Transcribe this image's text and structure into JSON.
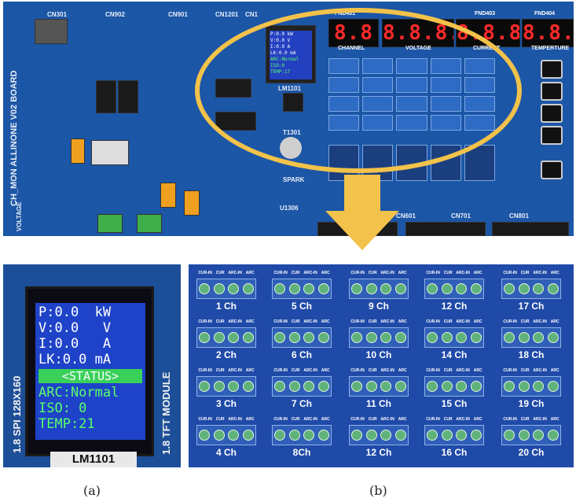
{
  "top": {
    "board_title": "CH_MON ALLINONE V02 BOARD",
    "connectors": [
      "CN301",
      "CN902",
      "CN901",
      "CN1201",
      "CN1",
      "CN601",
      "CN701",
      "CN801"
    ],
    "fnd_labels": [
      "FND401",
      "FND403",
      "FND404"
    ],
    "seg_values": [
      "8.8",
      "8.8.8.8.",
      "8.8.8.8.",
      "8.8.8.8."
    ],
    "section_labels": [
      "CHANNEL",
      "VOLTAGE",
      "CURRENT",
      "TEMPERTURE"
    ],
    "lm_label": "LM1101",
    "t_label": "T1301",
    "spark_label": "SPARK",
    "u_label": "U1306",
    "voltage_label": "VOLTAGE",
    "mini_lcd": [
      "P:0.0 kW",
      "V:0.0 V",
      "I:0.0 A",
      "LK:0.0 mA",
      "ARC:Normal",
      "ISO:0",
      "TEMP:17"
    ]
  },
  "panel_a": {
    "lcd_lines": [
      "P:0.0  kW",
      "V:0.0   V",
      "I:0.0   A",
      "LK:0.0 mA"
    ],
    "status": "<STATUS>",
    "green_lines": [
      "ARC:Normal",
      "ISO: 0",
      "TEMP:21"
    ],
    "left_text": "1.8 SPI 128X160",
    "right_text": "1.8 TFT MODULE",
    "bottom_label": "LM1101"
  },
  "panel_b": {
    "term_headers": [
      "CUR-IN",
      "CUR",
      "ARC-IN",
      "ARC"
    ],
    "channels": [
      "1 Ch",
      "5 Ch",
      "9 Ch",
      "12 Ch",
      "17 Ch",
      "2 Ch",
      "6 Ch",
      "10 Ch",
      "14 Ch",
      "18 Ch",
      "3 Ch",
      "7 Ch",
      "11 Ch",
      "15 Ch",
      "19 Ch",
      "4 Ch",
      "8Ch",
      "12 Ch",
      "16 Ch",
      "20 Ch"
    ]
  },
  "captions": {
    "a": "(a)",
    "b": "(b)"
  },
  "colors": {
    "board_blue": "#1c56a6",
    "highlight": "#f2c24a",
    "seg_red": "#ff2a2a"
  }
}
